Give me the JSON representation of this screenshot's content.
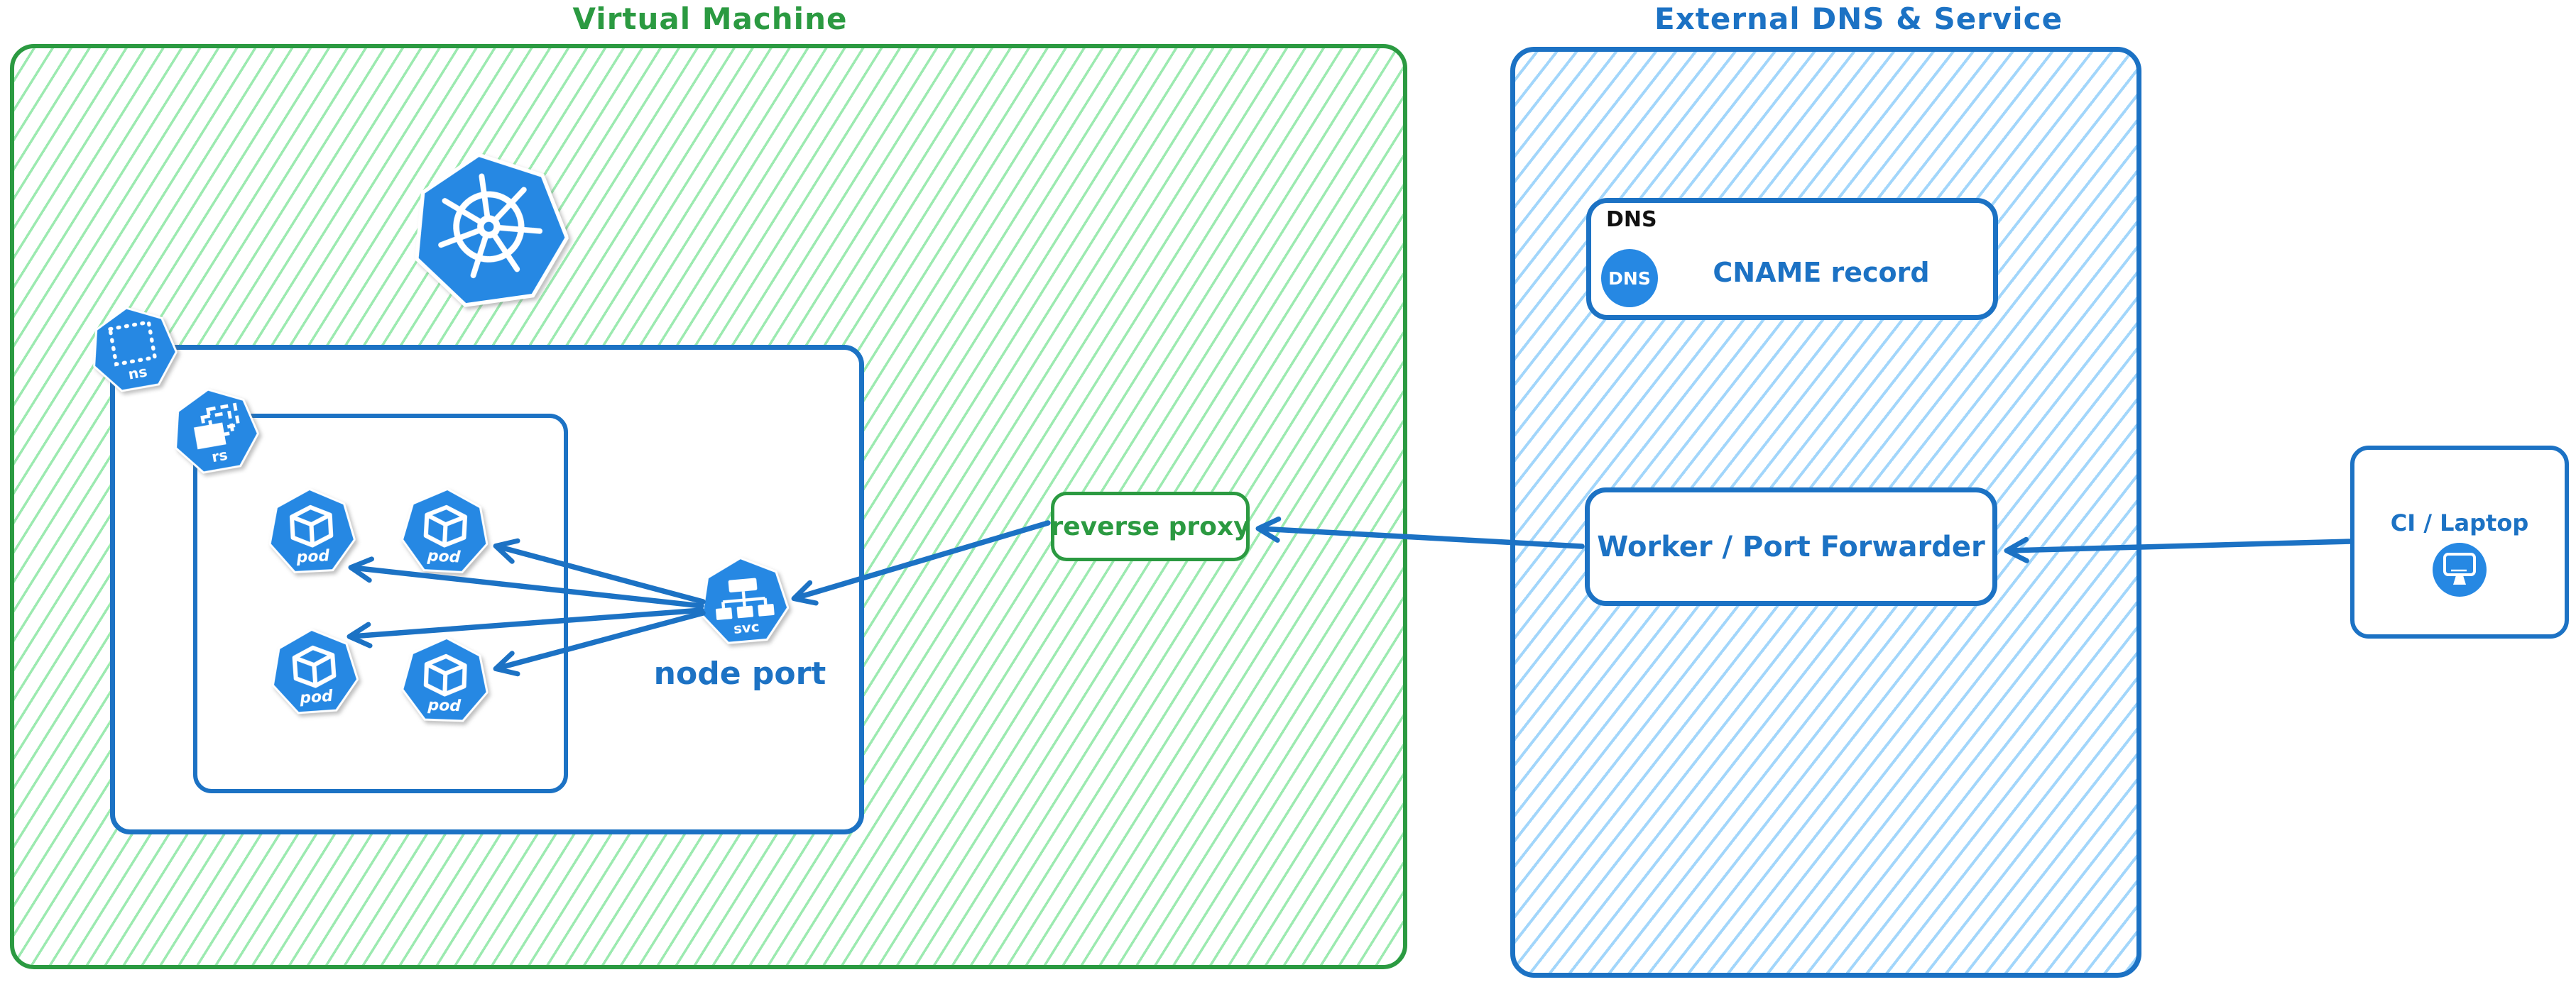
{
  "vm": {
    "title": "Virtual Machine",
    "namespace": {
      "label": "ns"
    },
    "replicaset": {
      "label": "rs"
    },
    "pods": [
      {
        "label": "pod"
      },
      {
        "label": "pod"
      },
      {
        "label": "pod"
      },
      {
        "label": "pod"
      }
    ],
    "service": {
      "label": "svc",
      "caption": "node port"
    },
    "reverse_proxy": {
      "label": "reverse proxy"
    }
  },
  "external": {
    "title": "External DNS & Service",
    "dns": {
      "tag": "DNS",
      "badge": "DNS",
      "record": "CNAME record"
    },
    "worker": {
      "label": "Worker / Port Forwarder"
    }
  },
  "client": {
    "label": "CI / Laptop"
  },
  "colors": {
    "green": "#2b9a41",
    "green_hatch": "#9ceab0",
    "blue": "#1c72c4",
    "blue_hatch": "#a2d6fb",
    "icon_blue": "#2688e3",
    "label_black": "#111111"
  }
}
